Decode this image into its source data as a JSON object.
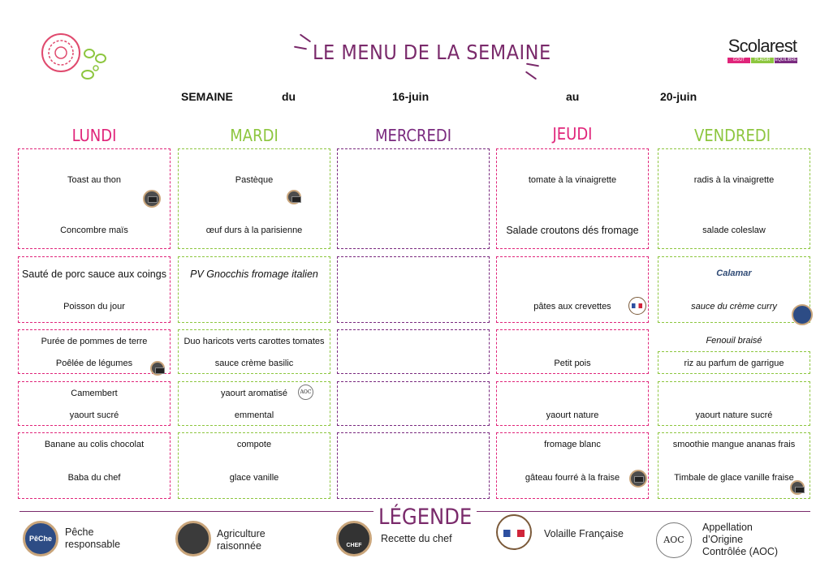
{
  "header": {
    "title": "LE MENU DE LA SEMAINE",
    "brand": "Scolarest",
    "brand_tag": [
      "GOÛT",
      "PLAISIR",
      "ÉQUILIBRE"
    ],
    "stamp_text": "ÉQUILIBRE"
  },
  "week": {
    "label": "SEMAINE",
    "du": "du",
    "start": "16-juin",
    "au": "au",
    "end": "20-juin"
  },
  "days": [
    "LUNDI",
    "MARDI",
    "MERCREDI",
    "JEUDI",
    "VENDREDI"
  ],
  "colors": {
    "lundi": "#e0257a",
    "mardi": "#8dc63f",
    "mercredi": "#7a2a7f",
    "jeudi": "#e0257a",
    "vendredi": "#8dc63f",
    "accent": "#7a2a6b"
  },
  "menu": {
    "lundi": {
      "entree_1": "Toast au thon",
      "entree_2": "Concombre maïs",
      "plat_1": "Sauté de porc sauce aux coings",
      "plat_2": "Poisson du jour",
      "garniture_1": "Purée de pommes de terre",
      "garniture_2": "Poêlée de légumes",
      "laitage_1": "Camembert",
      "laitage_2": "yaourt sucré",
      "dessert_1": "Banane au colis chocolat",
      "dessert_2": "Baba du chef"
    },
    "mardi": {
      "entree_1": "Pastèque",
      "entree_2": "œuf durs à la parisienne",
      "plat_1": "PV Gnocchis fromage italien",
      "garniture_1": "Duo haricots verts carottes tomates",
      "garniture_2": "sauce crème basilic",
      "laitage_1": "yaourt aromatisé",
      "laitage_2": "emmental",
      "dessert_1": "compote",
      "dessert_2": "glace vanille"
    },
    "jeudi": {
      "entree_1": "tomate à la vinaigrette",
      "entree_2": "Salade croutons dés fromage",
      "plat_2": "pâtes aux crevettes",
      "garniture_2": "Petit pois",
      "laitage_2": "yaourt nature",
      "dessert_1": "fromage blanc",
      "dessert_2": "gâteau fourré à la fraise"
    },
    "vendredi": {
      "entree_1": "radis à la vinaigrette",
      "entree_2": "salade coleslaw",
      "plat_1": "Calamar",
      "plat_2": "sauce du crème curry",
      "garniture_1": "Fenouil braisé",
      "garniture_2": "riz au parfum de garrigue",
      "laitage_2": "yaourt nature sucré",
      "dessert_1": "smoothie mangue ananas frais",
      "dessert_2": "Timbale de glace vanille fraise"
    }
  },
  "badges": {
    "aoc": "AOC"
  },
  "legend": {
    "title": "LÉGENDE",
    "items": [
      {
        "icon": "peche-responsable-icon",
        "label_1": "Pêche",
        "label_2": "responsable",
        "icon_text": "PêChe"
      },
      {
        "icon": "agriculture-raisonnee-icon",
        "label_1": "Agriculture",
        "label_2": "raisonnée"
      },
      {
        "icon": "recette-chef-icon",
        "label_1": "Recette du chef",
        "icon_text": "CHEF"
      },
      {
        "icon": "volaille-francaise-icon",
        "label_1": "Volaille Française"
      },
      {
        "icon": "aoc-icon",
        "label_1": "Appellation",
        "label_2": "d’Origine",
        "label_3": "Contrôlée (AOC)",
        "icon_text": "AOC"
      }
    ]
  }
}
